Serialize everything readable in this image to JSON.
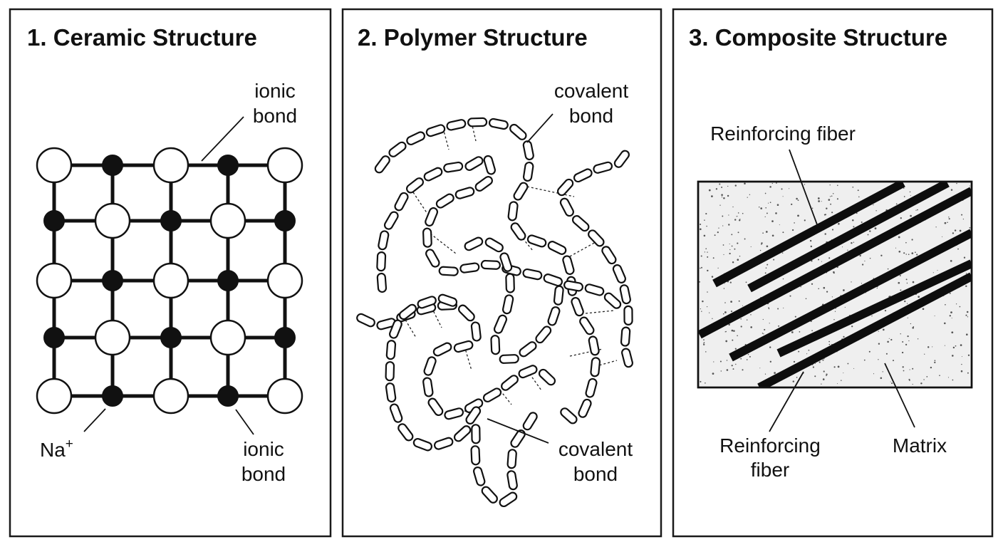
{
  "panels": [
    {
      "title": "1. Ceramic Structure",
      "labels": {
        "bond_top_1": "ionic",
        "bond_top_2": "bond",
        "ion": "Na",
        "ion_charge": "+",
        "bond_bottom_1": "ionic",
        "bond_bottom_2": "bond"
      }
    },
    {
      "title": "2. Polymer Structure",
      "labels": {
        "bond_top_1": "covalent",
        "bond_top_2": "bond",
        "bond_bottom_1": "covalent",
        "bond_bottom_2": "bond"
      }
    },
    {
      "title": "3. Composite Structure",
      "labels": {
        "fiber_top": "Reinforcing fiber",
        "fiber_bottom_1": "Reinforcing",
        "fiber_bottom_2": "fiber",
        "matrix": "Matrix"
      }
    }
  ]
}
